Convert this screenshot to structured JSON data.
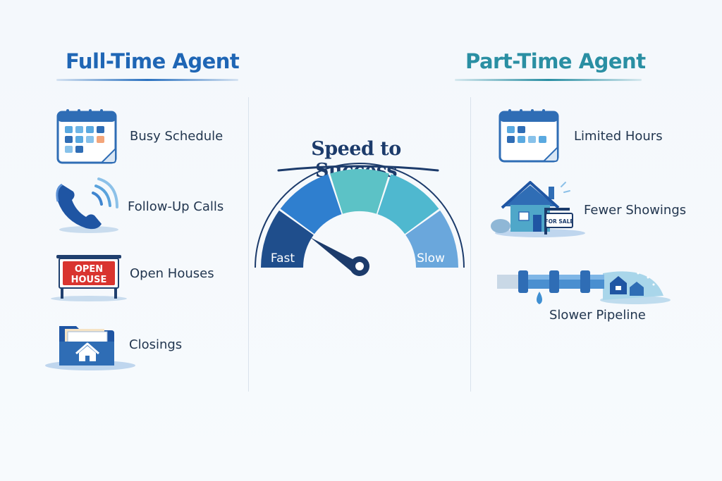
{
  "left": {
    "title": "Full-Time Agent",
    "items": [
      {
        "label": "Busy Schedule",
        "icon": "calendar-icon"
      },
      {
        "label": "Follow-Up Calls",
        "icon": "phone-icon"
      },
      {
        "label": "Open Houses",
        "icon": "open-house-sign-icon",
        "sign_line1": "OPEN",
        "sign_line2": "HOUSE"
      },
      {
        "label": "Closings",
        "icon": "folder-house-icon"
      }
    ]
  },
  "center": {
    "title": "Speed to Success",
    "gauge": {
      "fast_label": "Fast",
      "slow_label": "Slow",
      "colors": [
        "#1f4e8c",
        "#2f7fcf",
        "#5cc2c6",
        "#4fb8cf",
        "#6aa7dc"
      ]
    }
  },
  "right": {
    "title": "Part-Time Agent",
    "items": [
      {
        "label": "Limited Hours",
        "icon": "calendar-icon"
      },
      {
        "label": "Fewer Showings",
        "icon": "house-for-sale-icon",
        "sign_text": "FOR SALE"
      },
      {
        "label": "Slower Pipeline",
        "icon": "pipeline-icon"
      }
    ]
  },
  "colors": {
    "left_accent": "#1f66b5",
    "right_accent": "#2a8fa3",
    "dark_navy": "#1c3b6b"
  }
}
